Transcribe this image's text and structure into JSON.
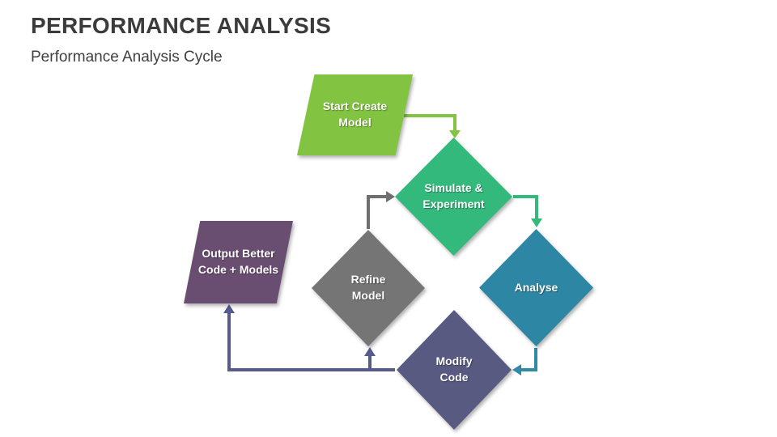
{
  "slide": {
    "title": "PERFORMANCE ANALYSIS",
    "subtitle": "Performance Analysis Cycle",
    "background_color": "#ffffff",
    "title_color": "#3b3b3b"
  },
  "diagram": {
    "nodes": [
      {
        "id": "start",
        "label": "Start Create Model",
        "shape": "parallelogram",
        "color": "#82c341",
        "text_color": "#ffffff"
      },
      {
        "id": "simulate",
        "label": "Simulate & Experiment",
        "shape": "diamond",
        "color": "#34b97c",
        "text_color": "#ffffff"
      },
      {
        "id": "analyse",
        "label": "Analyse",
        "shape": "diamond",
        "color": "#2e86a5",
        "text_color": "#ffffff"
      },
      {
        "id": "modify",
        "label": "Modify Code",
        "shape": "diamond",
        "color": "#595a81",
        "text_color": "#ffffff"
      },
      {
        "id": "refine",
        "label": "Refine Model",
        "shape": "diamond",
        "color": "#757575",
        "text_color": "#ffffff"
      },
      {
        "id": "output",
        "label": "Output Better Code + Models",
        "shape": "parallelogram",
        "color": "#6a4e72",
        "text_color": "#ffffff"
      }
    ],
    "connectors": [
      {
        "from": "start",
        "to": "simulate",
        "color": "#82c341"
      },
      {
        "from": "simulate",
        "to": "analyse",
        "color": "#34b97c"
      },
      {
        "from": "analyse",
        "to": "modify",
        "color": "#3189a8"
      },
      {
        "from": "modify",
        "to": "output",
        "color": "#555b8d"
      },
      {
        "from": "modify",
        "to": "refine",
        "color": "#555b8d"
      },
      {
        "from": "refine",
        "to": "simulate",
        "color": "#6f6f6f"
      }
    ]
  }
}
